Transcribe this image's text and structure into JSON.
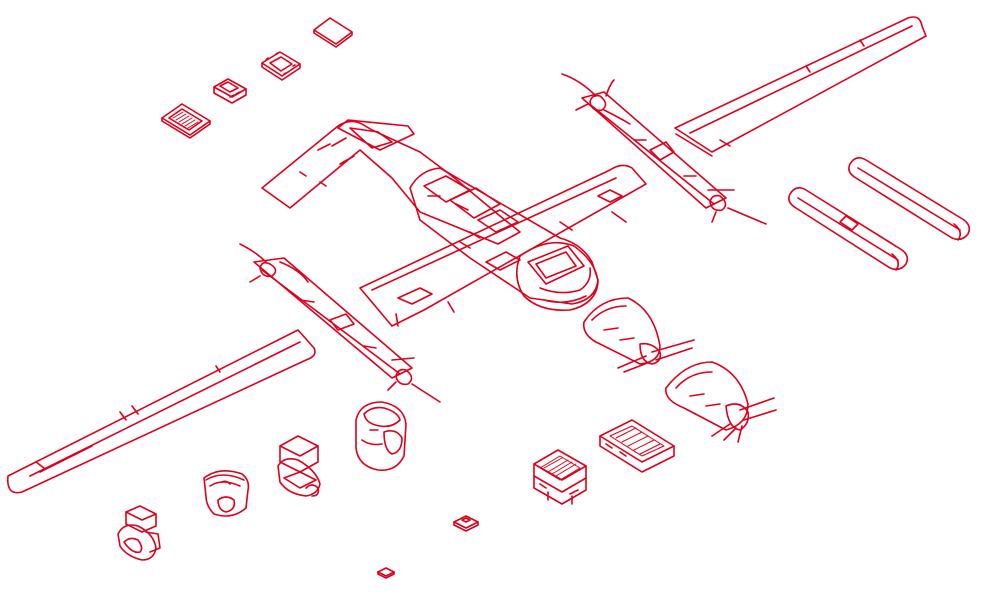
{
  "diagram": {
    "style": "exploded isometric line drawing",
    "line_color": "#e0001b",
    "background_color": "#ffffff",
    "components": [
      {
        "id": "memory-card",
        "name": "memory-card"
      },
      {
        "id": "flight-chip",
        "name": "flight-chip"
      },
      {
        "id": "connector-module",
        "name": "connector-module"
      },
      {
        "id": "circuit-board-small",
        "name": "circuit-board-small"
      },
      {
        "id": "right-main-wing",
        "name": "right-main-wing"
      },
      {
        "id": "left-main-wing",
        "name": "left-main-wing"
      },
      {
        "id": "fuselage",
        "name": "fuselage"
      },
      {
        "id": "right-rotor-boom",
        "name": "right-rotor-boom"
      },
      {
        "id": "left-rotor-boom",
        "name": "left-rotor-boom"
      },
      {
        "id": "nose-camera-pod",
        "name": "nose-camera-pod"
      },
      {
        "id": "pusher-motor-front",
        "name": "pusher-motor-front"
      },
      {
        "id": "pusher-motor-rear",
        "name": "pusher-motor-rear"
      },
      {
        "id": "battery-pack-a",
        "name": "battery-pack-a"
      },
      {
        "id": "battery-pack-b",
        "name": "battery-pack-b"
      },
      {
        "id": "gimbal-camera-small",
        "name": "gimbal-camera-small"
      },
      {
        "id": "gimbal-camera-round",
        "name": "gimbal-camera-round"
      },
      {
        "id": "gimbal-camera-box",
        "name": "gimbal-camera-box"
      },
      {
        "id": "gimbal-camera-dome",
        "name": "gimbal-camera-dome"
      },
      {
        "id": "sensor-chip-small",
        "name": "sensor-chip-small"
      },
      {
        "id": "sensor-chip-tiny",
        "name": "sensor-chip-tiny"
      },
      {
        "id": "payload-module",
        "name": "payload-module"
      },
      {
        "id": "radio-module",
        "name": "radio-module"
      }
    ]
  }
}
